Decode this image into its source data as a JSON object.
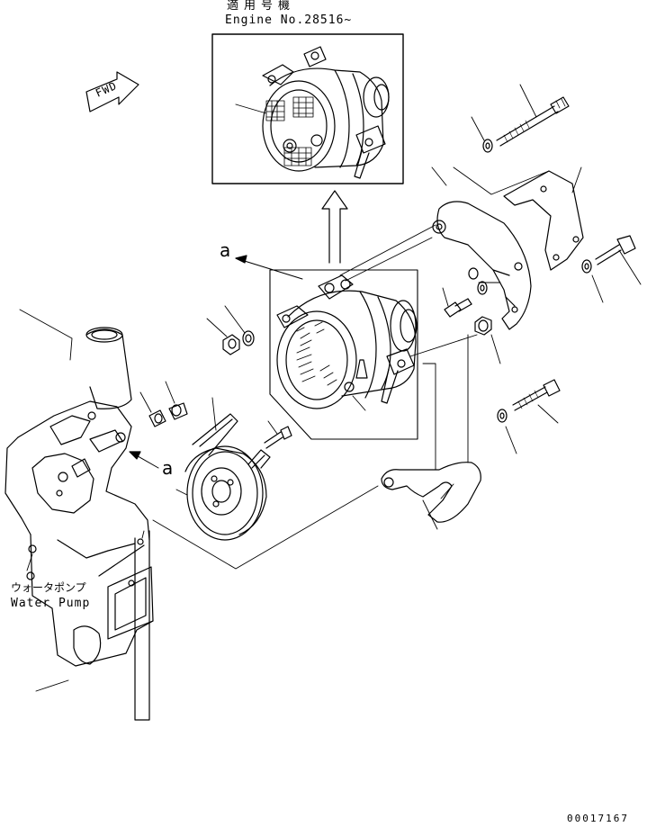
{
  "inset": {
    "applicable_label": "適用号機",
    "engine_label": "Engine No.28516~"
  },
  "fwd_label": "FWD",
  "ref_a_top": "a",
  "ref_a_left": "a",
  "water_pump": {
    "label_jp": "ウォータポンプ",
    "label_en": "Water Pump"
  },
  "drawing_number": "00017167",
  "colors": {
    "line": "#000000",
    "background": "#ffffff"
  }
}
